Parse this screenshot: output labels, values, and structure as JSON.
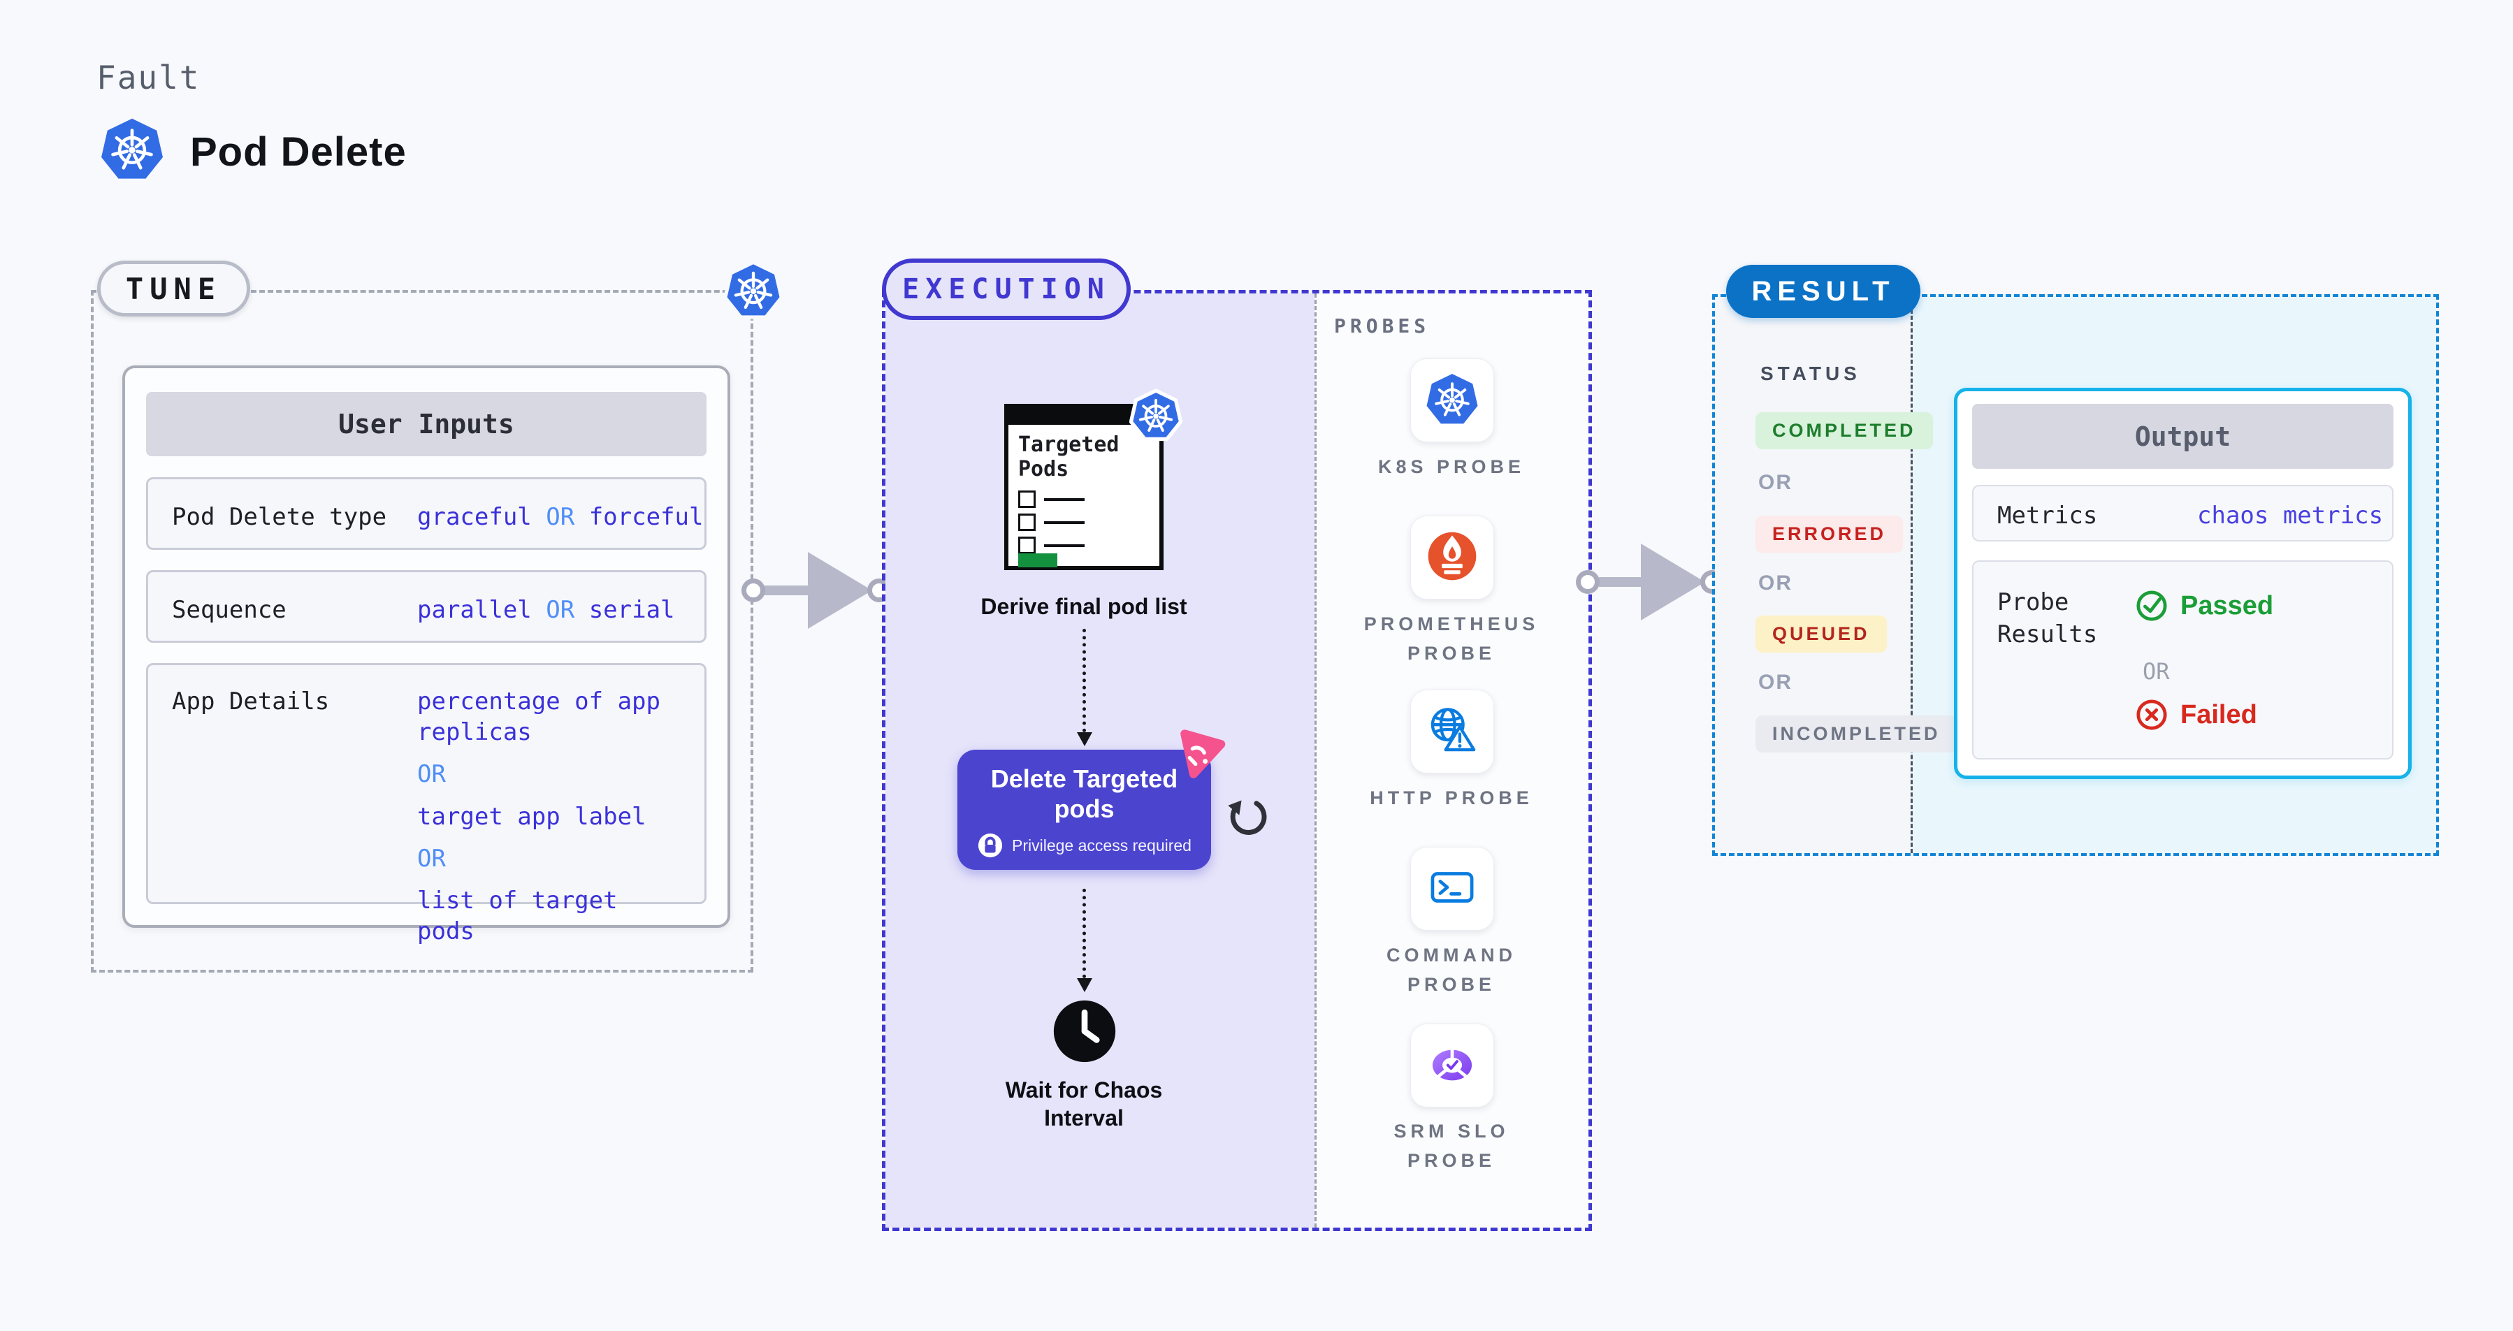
{
  "colors": {
    "page_bg": "#f8f9fc",
    "k8s_blue": "#326ce5",
    "indigo_accent": "#4038d0",
    "execution_lavender": "#e6e4fa",
    "result_pill_blue": "#0b72c6",
    "result_dash_blue": "#1285d6",
    "output_cyan_border": "#16b2e9",
    "result_cyan_bg": "#e9f6fc",
    "button_purple": "#4b44cf",
    "pink_badge": "#f5538e",
    "prometheus_orange": "#e6522c",
    "probe_icon_blue": "#0a7ce0",
    "srm_purple": "#7a3bee",
    "value_indigo": "#3b31d8",
    "or_light_blue": "#4f8ef7",
    "completed_text": "#1d7d2c",
    "completed_bg": "#d9f2dc",
    "errored_text": "#c5221f",
    "errored_bg": "#fdeaea",
    "queued_text": "#b3261e",
    "queued_bg": "#fdf1c7",
    "incompleted_text": "#6f7585",
    "incompleted_bg": "#e9ebf0",
    "passed_green": "#1b9e37",
    "failed_red": "#d8291f"
  },
  "header": {
    "eyebrow": "Fault",
    "title": "Pod Delete"
  },
  "tune": {
    "pill": "TUNE",
    "card_title": "User Inputs",
    "rows": [
      {
        "label": "Pod Delete type",
        "v1": "graceful",
        "or": "OR",
        "v2": "forceful"
      },
      {
        "label": "Sequence",
        "v1": "parallel",
        "or": "OR",
        "v2": "serial"
      },
      {
        "label": "App Details",
        "v1": "percentage of app replicas",
        "or1": "OR",
        "v2": "target app label",
        "or2": "OR",
        "v3": "list of target pods"
      }
    ]
  },
  "execution": {
    "pill": "EXECUTION",
    "probes_label": "PROBES",
    "targeted_pods_title": "Targeted Pods",
    "derive_caption": "Derive final pod list",
    "delete_button": {
      "title": "Delete Targeted pods",
      "privilege": "Privilege access required"
    },
    "wait_caption": "Wait for Chaos Interval",
    "probes": [
      {
        "label": "K8S PROBE"
      },
      {
        "label": "PROMETHEUS PROBE"
      },
      {
        "label": "HTTP PROBE"
      },
      {
        "label": "COMMAND PROBE"
      },
      {
        "label": "SRM SLO PROBE"
      }
    ]
  },
  "result": {
    "pill": "RESULT",
    "status_label": "STATUS",
    "or": "OR",
    "statuses": [
      {
        "text": "COMPLETED"
      },
      {
        "text": "ERRORED"
      },
      {
        "text": "QUEUED"
      },
      {
        "text": "INCOMPLETED"
      }
    ],
    "output": {
      "title": "Output",
      "metrics_label": "Metrics",
      "metrics_value": "chaos metrics",
      "probe_results_label": "Probe Results",
      "passed": "Passed",
      "or": "OR",
      "failed": "Failed"
    }
  }
}
